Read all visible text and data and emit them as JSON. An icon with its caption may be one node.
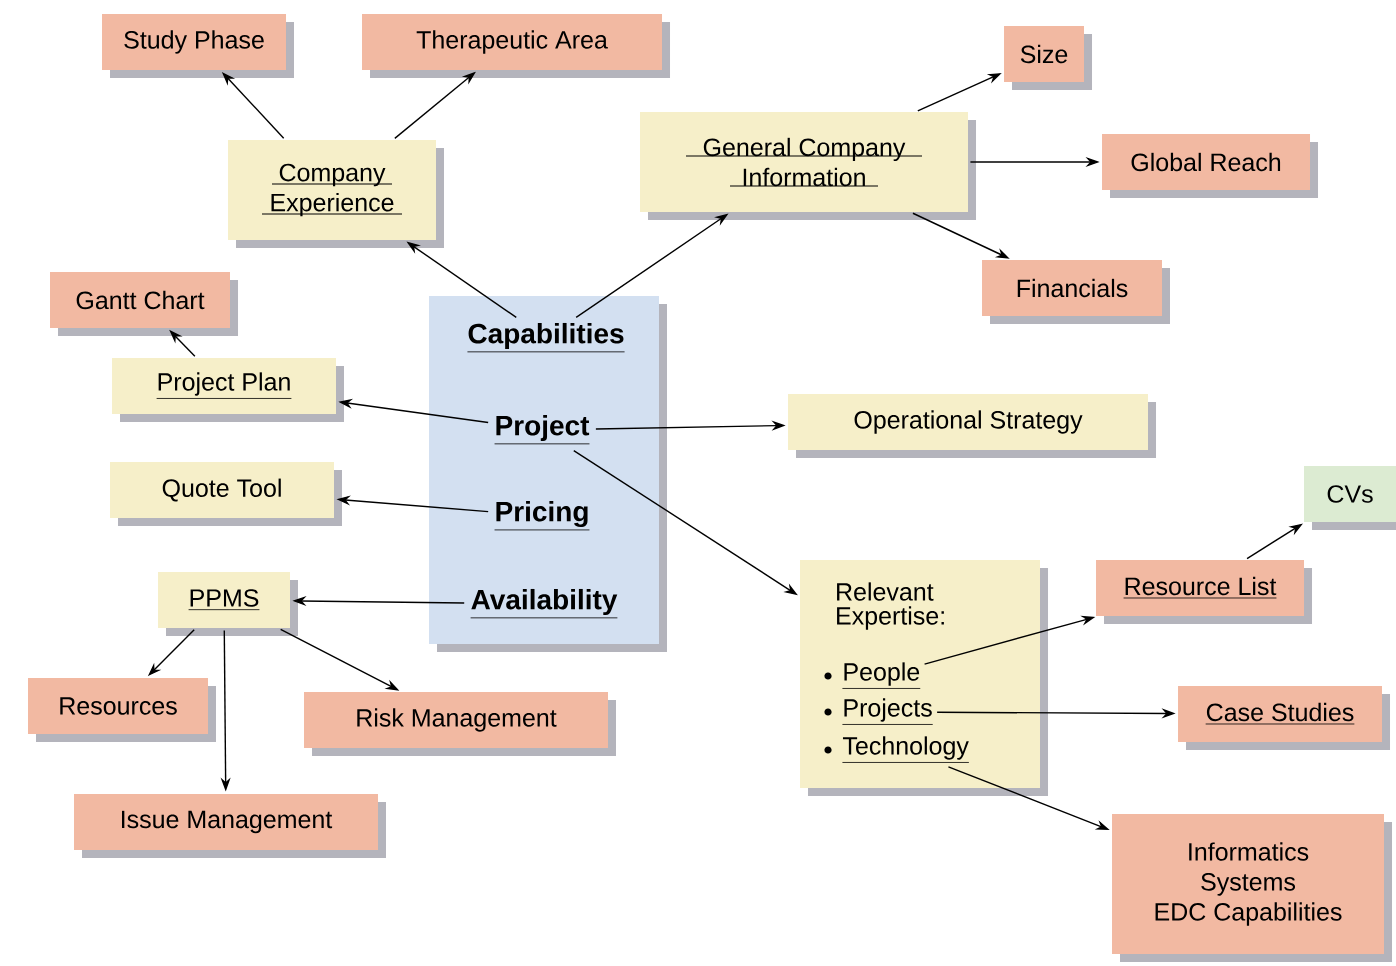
{
  "diagram": {
    "nodes": [
      {
        "text": [],
        "shape": "box"
      },
      {
        "text": [
          "Capabilities"
        ],
        "in": 0
      },
      {
        "text": [
          "Project"
        ],
        "in": 0
      },
      {
        "text": [
          "Pricing"
        ],
        "in": 0
      },
      {
        "text": [
          "Availability"
        ],
        "in": 0
      },
      {
        "text": [
          "Study Phase"
        ]
      },
      {
        "text": [
          "Therapeutic Area"
        ]
      },
      {
        "text": [
          "Company Experience"
        ]
      },
      {
        "text": [
          "General Company Information"
        ]
      },
      {
        "text": [
          "Size"
        ]
      },
      {
        "text": [
          "Global Reach"
        ]
      },
      {
        "text": [
          "Financials"
        ]
      },
      {
        "text": [
          "Gantt Chart"
        ]
      },
      {
        "text": [
          "Project Plan"
        ]
      },
      {
        "text": [
          "Operational Strategy"
        ]
      },
      {
        "text": [
          "Quote Tool"
        ]
      },
      {
        "text": [
          "PPMS"
        ]
      },
      {
        "text": [
          "Resources"
        ]
      },
      {
        "text": [
          "Risk Management"
        ]
      },
      {
        "text": [
          "Issue Management"
        ]
      },
      {
        "text": [
          "Relevant Expertise:"
        ]
      },
      {
        "text": [
          "People"
        ],
        "in": 20
      },
      {
        "text": [
          "Projects"
        ],
        "in": 20
      },
      {
        "text": [
          "Technology"
        ],
        "in": 20
      },
      {
        "text": [
          "CVs"
        ]
      },
      {
        "text": [
          "Resource List"
        ]
      },
      {
        "text": [
          "Case Studies"
        ]
      },
      {
        "text": [
          "Informatics",
          "Systems",
          "EDC Capabilities"
        ]
      }
    ],
    "edges": [
      {
        "from": 1,
        "to": 7,
        "arrow": "to"
      },
      {
        "from": 1,
        "to": 8,
        "arrow": "to"
      },
      {
        "from": 2,
        "to": 13,
        "arrow": "to"
      },
      {
        "from": 2,
        "to": 14,
        "arrow": "to"
      },
      {
        "from": 2,
        "to": 20,
        "arrow": "to"
      },
      {
        "from": 3,
        "to": 15,
        "arrow": "to"
      },
      {
        "from": 4,
        "to": 16,
        "arrow": "to"
      },
      {
        "from": 7,
        "to": 5,
        "arrow": "to"
      },
      {
        "from": 7,
        "to": 6,
        "arrow": "to"
      },
      {
        "from": 8,
        "to": 9,
        "arrow": "to"
      },
      {
        "from": 8,
        "to": 10,
        "arrow": "to"
      },
      {
        "from": 8,
        "to": 11,
        "arrow": "to"
      },
      {
        "from": 13,
        "to": 12,
        "arrow": "to"
      },
      {
        "from": 16,
        "to": 17,
        "arrow": "to"
      },
      {
        "from": 16,
        "to": 19,
        "arrow": "to"
      },
      {
        "from": 16,
        "to": 18,
        "arrow": "to"
      },
      {
        "from": 21,
        "to": 25,
        "arrow": "to"
      },
      {
        "from": 25,
        "to": 24,
        "arrow": "to"
      },
      {
        "from": 22,
        "to": 26,
        "arrow": "to"
      },
      {
        "from": 23,
        "to": 27,
        "arrow": "to"
      }
    ]
  }
}
